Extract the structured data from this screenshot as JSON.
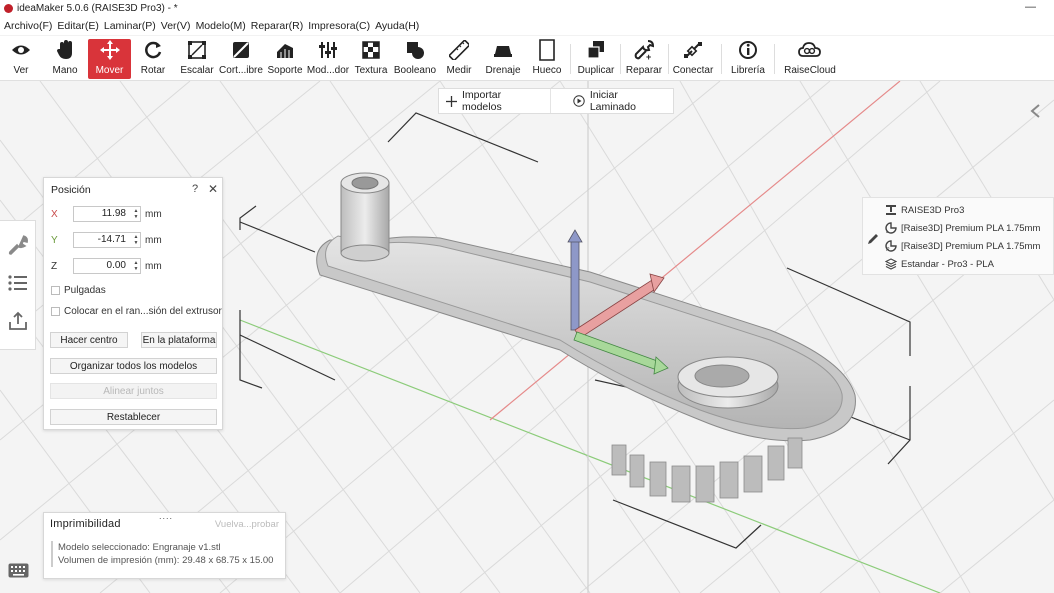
{
  "window": {
    "title": "ideaMaker 5.0.6 (RAISE3D Pro3) - *"
  },
  "menu": [
    "Archivo(F)",
    "Editar(E)",
    "Laminar(P)",
    "Ver(V)",
    "Modelo(M)",
    "Reparar(R)",
    "Impresora(C)",
    "Ayuda(H)"
  ],
  "toolbar": {
    "ver": "Ver",
    "mano": "Mano",
    "mover": "Mover",
    "rotar": "Rotar",
    "escalar": "Escalar",
    "cortar": "Cort...ibre",
    "soporte": "Soporte",
    "modificador": "Mod...dor",
    "textura": "Textura",
    "booleano": "Booleano",
    "medir": "Medir",
    "drenaje": "Drenaje",
    "hueco": "Hueco",
    "duplicar": "Duplicar",
    "reparar": "Reparar",
    "conectar": "Conectar",
    "libreria": "Librería",
    "raisecloud": "RaiseCloud",
    "active": "Mover",
    "active_color": "#d9343a"
  },
  "actions": {
    "import": "Importar modelos",
    "slice": "Iniciar Laminado"
  },
  "position_panel": {
    "title": "Posición",
    "help": "?",
    "close": "✕",
    "x_label": "X",
    "x_value": "11.98",
    "y_label": "Y",
    "y_value": "-14.71",
    "z_label": "Z",
    "z_value": "0.00",
    "unit": "mm",
    "inches": "Pulgadas",
    "place_extruder": "Colocar en el ran...sión del extrusor",
    "center": "Hacer centro",
    "on_platform": "En la plataforma",
    "arrange_all": "Organizar todos los modelos",
    "align_together": "Alinear juntos",
    "reset": "Restablecer"
  },
  "printability": {
    "title": "Imprimibilidad",
    "retry": "Vuelva...probar",
    "model_line": "Modelo seleccionado: Engranaje v1.stl",
    "volume_line": "Volumen de impresión (mm): 29.48 x 68.75 x 15.00"
  },
  "printer": {
    "machine": "RAISE3D Pro3",
    "filament_left": "[Raise3D] Premium PLA 1.75mm",
    "filament_right": "[Raise3D] Premium PLA 1.75mm",
    "profile": "Estandar - Pro3 - PLA"
  },
  "colors": {
    "axis_x": "#e07070",
    "axis_y": "#70b060",
    "axis_z": "#8090c8",
    "accent": "#d9343a"
  },
  "icons": {
    "sidebar": [
      "wrench-icon",
      "list-icon",
      "upload-icon"
    ],
    "keyboard": "keyboard-icon"
  }
}
